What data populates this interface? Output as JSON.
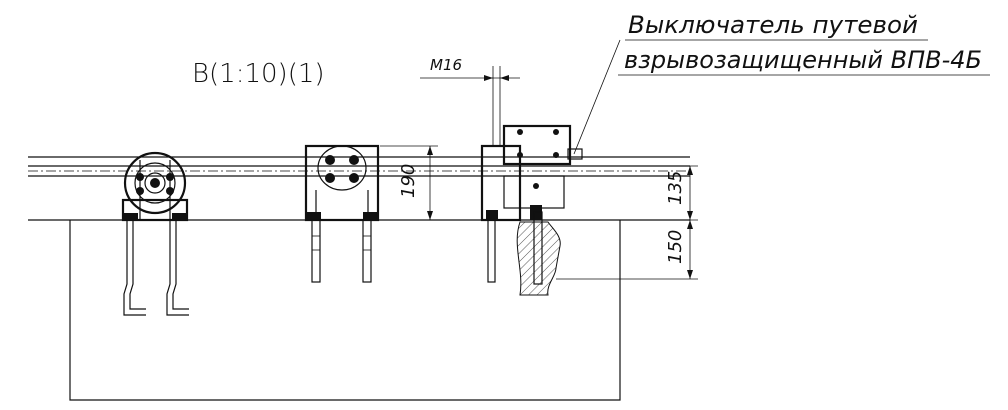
{
  "view_label": "B(1:10)(1)",
  "callout": {
    "line1": "Выключатель путевой",
    "line2": "взрывозащищенный ВПВ-4Б"
  },
  "dimensions": {
    "thread": "M16",
    "height_main": "190",
    "height_upper": "135",
    "height_lower": "150"
  }
}
